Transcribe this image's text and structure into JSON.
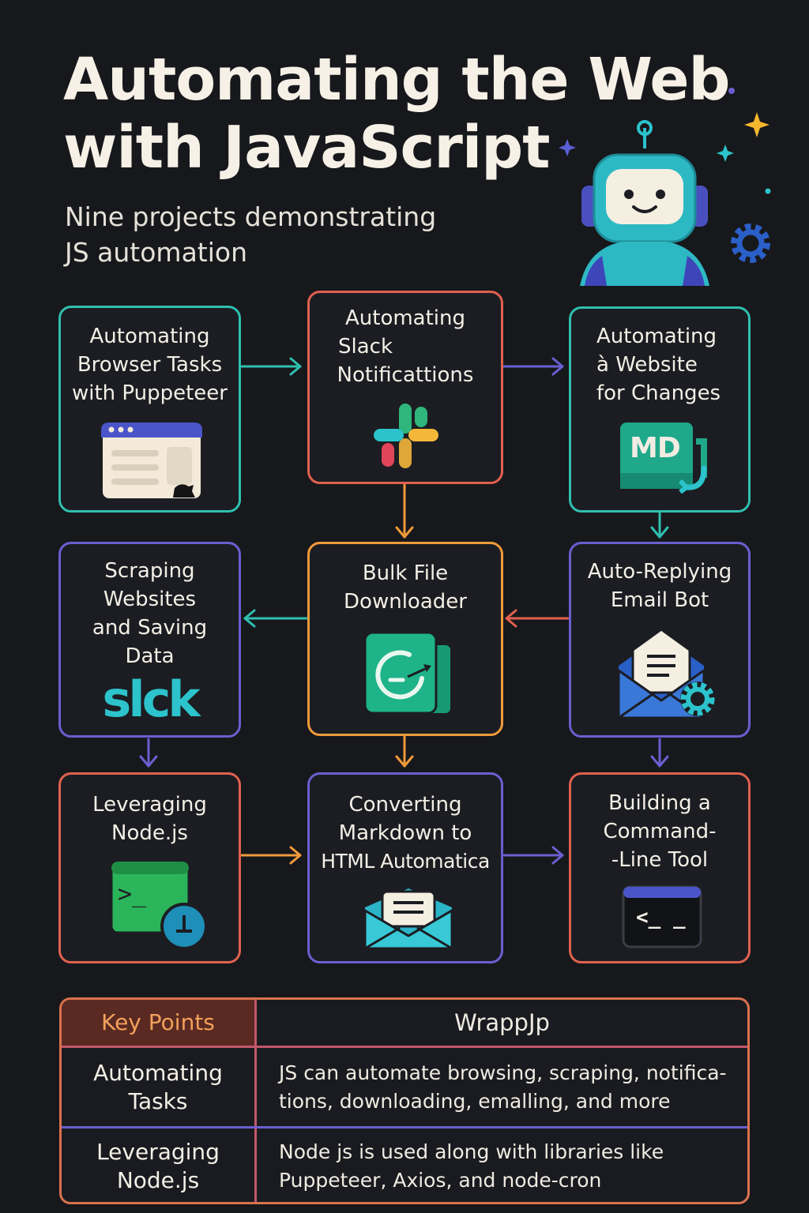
{
  "header": {
    "title_line1": "Automating the Web",
    "title_line2": "with JavaScript",
    "subtitle_line1": "Nine projects demonstrating",
    "subtitle_line2": "JS automation"
  },
  "cards": [
    {
      "id": "puppeteer",
      "lines": [
        "Automating",
        "Browser Tasks",
        "with Puppeteer"
      ],
      "color": "#2fbfb0",
      "icon": "browser-window-icon"
    },
    {
      "id": "slack",
      "lines": [
        "Automating",
        "Slack",
        "Notificattions"
      ],
      "color": "#e0614f",
      "icon": "slack-logo-icon"
    },
    {
      "id": "website-changes",
      "lines": [
        "Automating",
        "à Website",
        "for Changes"
      ],
      "color": "#2fbfb0",
      "icon": "markdown-file-icon",
      "icon_text": "MD"
    },
    {
      "id": "scraping",
      "lines": [
        "Scraping",
        "Websites",
        "and Saving",
        "Data"
      ],
      "color": "#6a5fd0",
      "icon": "wordmark-icon",
      "wordmark": "slck"
    },
    {
      "id": "downloader",
      "lines": [
        "Bulk File",
        "Downloader"
      ],
      "color": "#ef9a3a",
      "icon": "download-file-icon"
    },
    {
      "id": "email-bot",
      "lines": [
        "Auto-Replying",
        "Email Bot"
      ],
      "color": "#6a5fd0",
      "icon": "email-gear-icon"
    },
    {
      "id": "nodejs",
      "lines": [
        "Leveraging",
        "Node.js"
      ],
      "color": "#e0614f",
      "icon": "terminal-clock-icon",
      "icon_text": ">_"
    },
    {
      "id": "markdown-html",
      "lines": [
        "Converting",
        "Markdown to",
        "HTML Automatica"
      ],
      "color": "#6a5fd0",
      "icon": "envelope-icon"
    },
    {
      "id": "cli",
      "lines": [
        "Building a",
        "Command-",
        "-Line Tool"
      ],
      "color": "#e0614f",
      "icon": "command-line-icon",
      "icon_text": "<_ _"
    }
  ],
  "key_points": {
    "header_left": "Key Points",
    "header_right": "WrappJp",
    "rows": [
      {
        "label_lines": [
          "Automating",
          "Tasks"
        ],
        "text_lines": [
          "JS can automate browsing, scraping, notifica-",
          "tions, downloading, emalling, and more"
        ]
      },
      {
        "label_lines": [
          "Leveraging",
          "Node.js"
        ],
        "text_lines": [
          "Node js is used along with libraries like",
          "Puppeteer, Axios, and node-cron"
        ]
      }
    ]
  },
  "colors": {
    "teal": "#2fbfb0",
    "coral": "#e0614f",
    "purple": "#6a5fd0",
    "orange": "#ef9a3a",
    "background": "#17181c",
    "text": "#f2ede4"
  }
}
